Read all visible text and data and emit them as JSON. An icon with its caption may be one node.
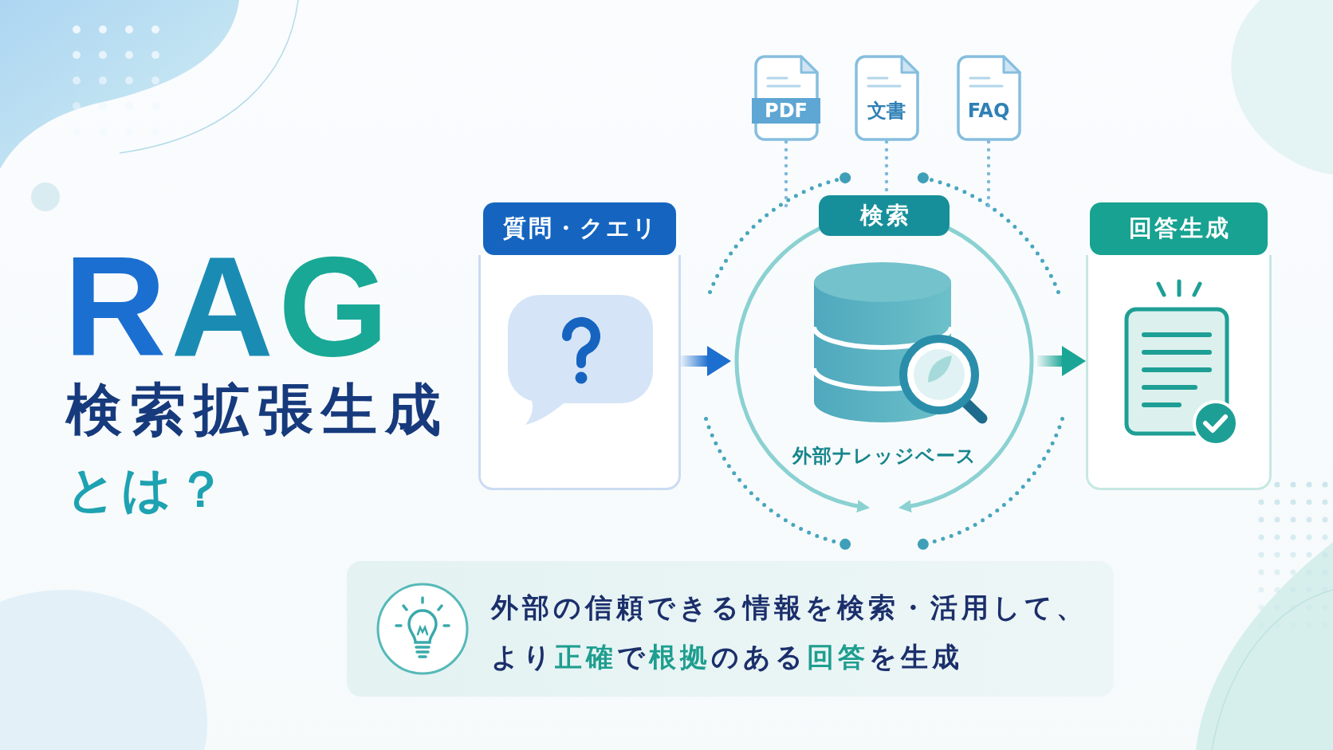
{
  "diagram": {
    "title": "RAG",
    "nodes": [
      {
        "text": [
          "質問・クエリ"
        ]
      },
      {
        "text": [
          "検索",
          "外部ナレッジベース"
        ]
      },
      {
        "text": [
          "回答生成"
        ]
      },
      {
        "text": [
          "PDF"
        ]
      },
      {
        "text": [
          "文書"
        ]
      },
      {
        "text": [
          "FAQ"
        ]
      },
      {
        "text": [
          "外部の信頼できる情報を検索・活用して、より**正確**で**根拠**のある**回答**を生成"
        ]
      }
    ],
    "edges": [
      {
        "from": 0,
        "to": 1,
        "arrow": "to",
        "style": "thick",
        "color": "#1d6fcf"
      },
      {
        "from": 1,
        "to": 2,
        "arrow": "to",
        "style": "thick",
        "color": "#1aa596"
      },
      {
        "from": 3,
        "to": 1,
        "arrow": "none",
        "style": "dashed"
      },
      {
        "from": 4,
        "to": 1,
        "arrow": "none",
        "style": "dashed"
      },
      {
        "from": 5,
        "to": 1,
        "arrow": "none",
        "style": "dashed"
      }
    ],
    "labels": [
      "検索拡張生成",
      "とは？"
    ]
  }
}
